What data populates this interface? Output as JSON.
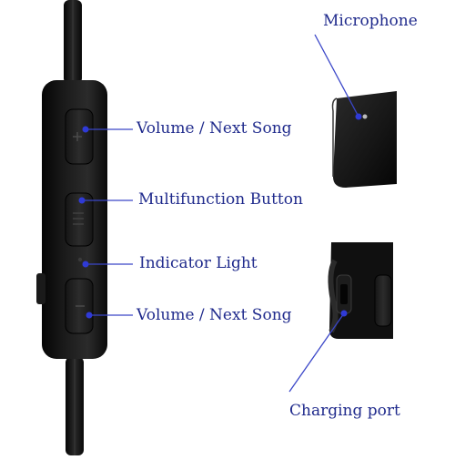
{
  "labels": {
    "volume_next_song_top": "Volume / Next Song",
    "multifunction_button": "Multifunction Button",
    "indicator_light": "Indicator Light",
    "volume_next_song_bottom": "Volume / Next Song",
    "microphone": "Microphone",
    "charging_port": "Charging port"
  },
  "colors": {
    "label_text": "#1f2a8c",
    "callout_line": "#3a46c8",
    "callout_dot": "#2f3ad6",
    "device_body": "#121212"
  }
}
